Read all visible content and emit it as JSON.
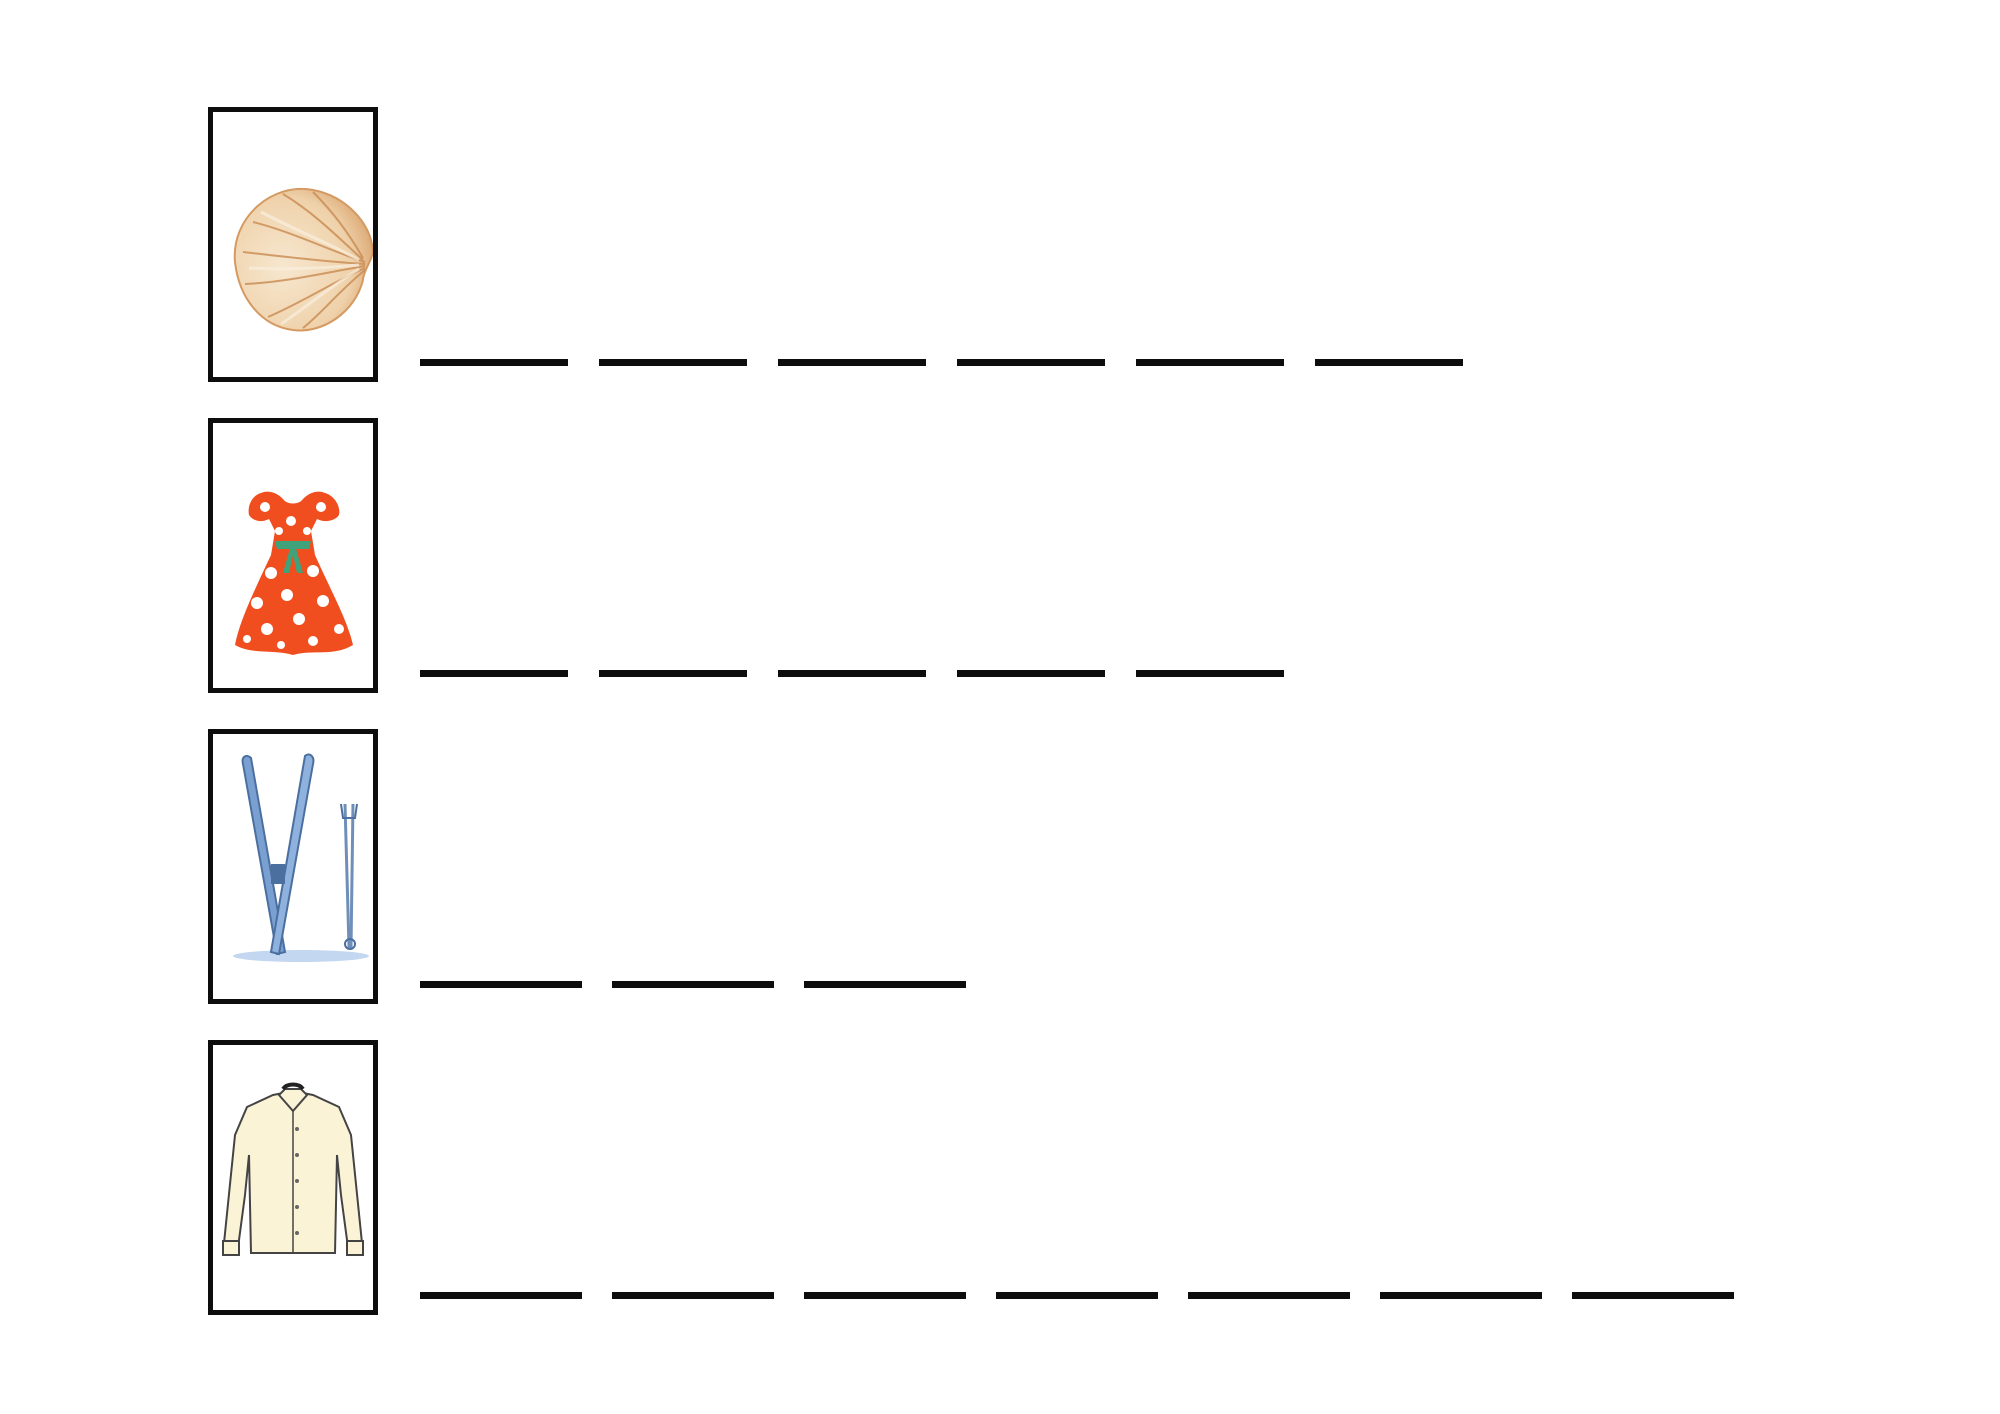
{
  "worksheet": {
    "items": [
      {
        "picture": "seashell-picture",
        "letter_count": 6
      },
      {
        "picture": "dress-picture",
        "letter_count": 5
      },
      {
        "picture": "skis-picture",
        "letter_count": 3
      },
      {
        "picture": "shirt-picture",
        "letter_count": 7
      }
    ]
  },
  "colors": {
    "border": "#0d0d0d",
    "shell": "#f1d9b8",
    "dress": "#f04e1e",
    "dress_sash": "#3ea27a",
    "skis": "#7a9fd1",
    "shirt": "#fbf3d6"
  }
}
